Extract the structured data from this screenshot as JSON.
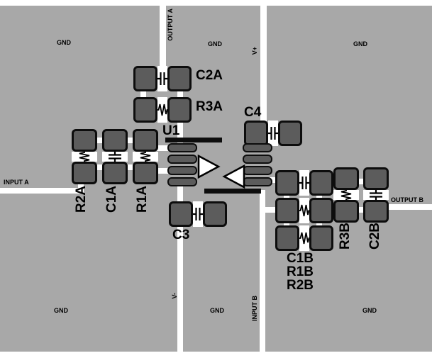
{
  "board": {
    "type": "pcb-layout",
    "colors": {
      "board_copper": "#a8a8a8",
      "pad_fill": "#5c5c5c",
      "trace": "#ffffff",
      "silkscreen": "#000000"
    }
  },
  "labels": {
    "gnd": "GND",
    "output_a": "OUTPUT A",
    "input_a": "INPUT A",
    "output_b": "OUTPUT B",
    "input_b": "INPUT B",
    "v_plus": "V+",
    "v_minus": "V-",
    "u1": "U1"
  },
  "components": {
    "c2a": "C2A",
    "r3a": "R3A",
    "r2a": "R2A",
    "c1a": "C1A",
    "r1a": "R1A",
    "c4": "C4",
    "c3": "C3",
    "c1b": "C1B",
    "r1b": "R1B",
    "r2b": "R2B",
    "r3b": "R3B",
    "c2b": "C2B"
  }
}
